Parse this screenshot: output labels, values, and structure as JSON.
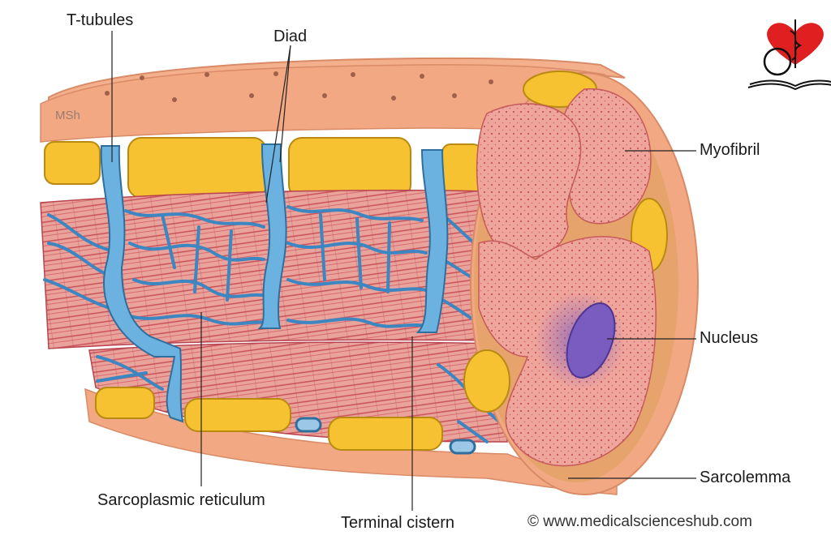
{
  "labels": {
    "t_tubules": "T-tubules",
    "diad": "Diad",
    "myofibril": "Myofibril",
    "nucleus": "Nucleus",
    "sarcolemma": "Sarcolemma",
    "sarcoplasmic_reticulum": "Sarcoplasmic reticulum",
    "terminal_cistern": "Terminal cistern"
  },
  "watermark": "MSh",
  "credit": "© www.medicalscienceshub.com",
  "colors": {
    "sarcolemma": "#f2a883",
    "sarcolemma_edge": "#d98a66",
    "myofibril": "#e89a94",
    "myofibril_stripe": "#c9505a",
    "t_tubule": "#5aa6d6",
    "t_tubule_edge": "#2f6f9e",
    "mitochondria": "#f6c232",
    "mitochondria_edge": "#b88a10",
    "nucleus": "#7a5cc0",
    "logo_heart": "#e02020"
  },
  "icons": {
    "logo": "heart-caduceus-book-logo-icon"
  }
}
